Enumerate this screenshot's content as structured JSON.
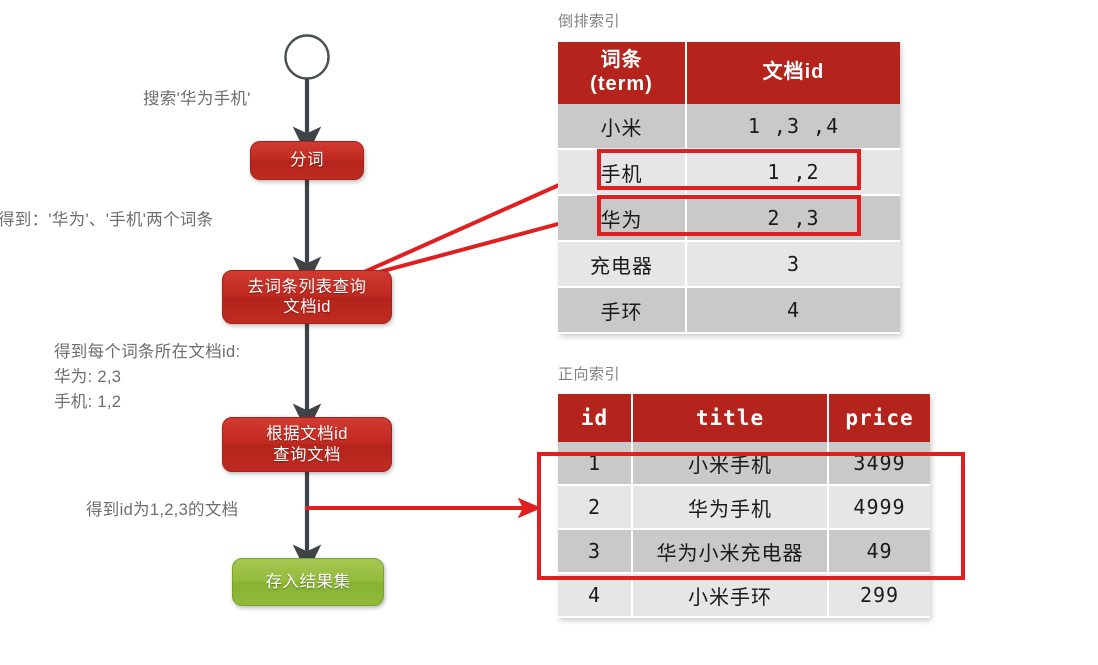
{
  "flow": {
    "start_node": "start-circle",
    "nodes": [
      {
        "id": "tokenize",
        "label": "分词",
        "color": "#c0291f"
      },
      {
        "id": "query-term-list",
        "label": "去词条列表查询\n文档id",
        "color": "#c0291f"
      },
      {
        "id": "query-doc-by-id",
        "label": "根据文档id\n查询文档",
        "color": "#c0291f"
      },
      {
        "id": "store-result",
        "label": "存入结果集",
        "color": "#8fb832"
      }
    ],
    "annotations": [
      {
        "id": "search-input-note",
        "text": "搜索'华为手机'"
      },
      {
        "id": "terms-note",
        "text": "得到：'华为'、'手机'两个词条"
      },
      {
        "id": "doc-ids-note",
        "text": "得到每个词条所在文档id:\n华为: 2,3\n手机: 1,2"
      },
      {
        "id": "docs-note",
        "text": "得到id为1,2,3的文档"
      }
    ]
  },
  "inverted_index": {
    "title": "倒排索引",
    "headers": [
      "词条\n(term)",
      "文档id"
    ],
    "rows": [
      {
        "term": "小米",
        "doc_ids": "1 ,3 ,4",
        "highlight": false
      },
      {
        "term": "手机",
        "doc_ids": "1 ,2",
        "highlight": true
      },
      {
        "term": "华为",
        "doc_ids": "2 ,3",
        "highlight": true
      },
      {
        "term": "充电器",
        "doc_ids": "3",
        "highlight": false
      },
      {
        "term": "手环",
        "doc_ids": "4",
        "highlight": false
      }
    ]
  },
  "forward_index": {
    "title": "正向索引",
    "headers": [
      "id",
      "title",
      "price"
    ],
    "rows": [
      {
        "id": "1",
        "title": "小米手机",
        "price": "3499",
        "highlight": true
      },
      {
        "id": "2",
        "title": "华为手机",
        "price": "4999",
        "highlight": true
      },
      {
        "id": "3",
        "title": "华为小米充电器",
        "price": "49",
        "highlight": true
      },
      {
        "id": "4",
        "title": "小米手环",
        "price": "299",
        "highlight": false
      }
    ]
  },
  "colors": {
    "table_header_red": "#b4231c",
    "node_red": "#c0291f",
    "node_green": "#8fb832",
    "highlight_red": "#e02020",
    "arrow_red": "#e02020",
    "flow_arrow_gray": "#3f4448",
    "row_even": "#c9c9c9",
    "row_odd": "#e6e6e6",
    "annotation_gray": "#6d6d6d"
  }
}
